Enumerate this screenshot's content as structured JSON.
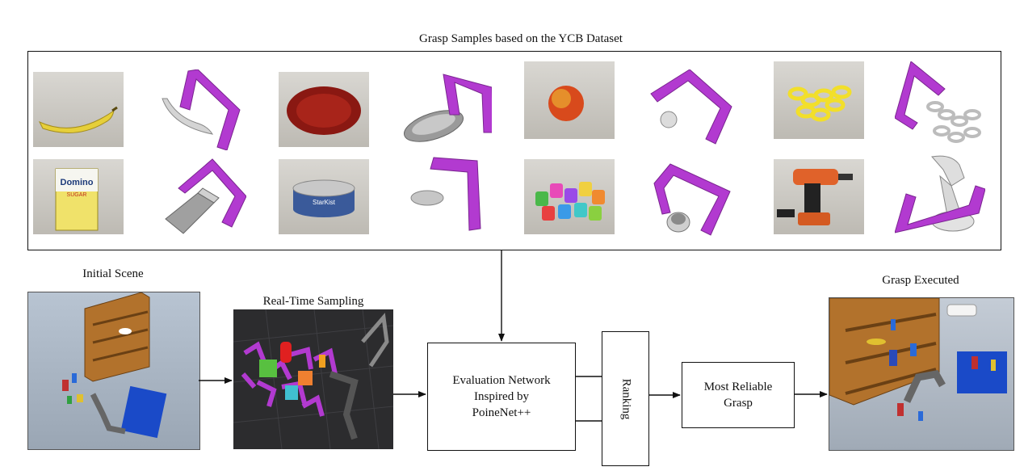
{
  "top_title": "Grasp Samples based on the YCB Dataset",
  "labels": {
    "initial_scene": "Initial Scene",
    "real_time_sampling": "Real-Time Sampling",
    "grasp_executed": "Grasp Executed"
  },
  "boxes": {
    "evaluation": "Evaluation Network\nInspired by\nPoineNet++",
    "ranking": "Ranking",
    "most_reliable": "Most Reliable\nGrasp"
  },
  "product_labels": {
    "sugar_box_brand": "Domino",
    "sugar_box_word": "SUGAR",
    "tuna_can_brand": "StarKist"
  },
  "colors": {
    "gripper": "#b23ad0",
    "arrow": "#111111",
    "banana": "#e6cf3a",
    "plate": "#9b1b14",
    "chain": "#f2df2a"
  }
}
